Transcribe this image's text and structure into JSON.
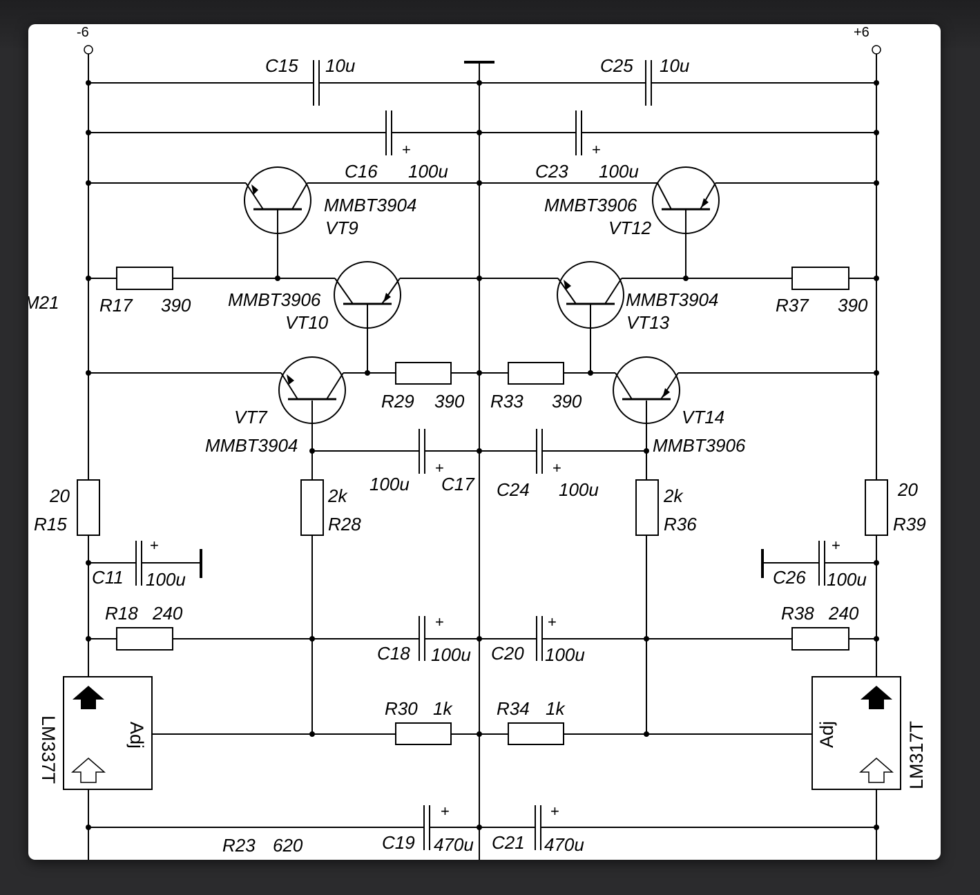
{
  "rails": {
    "neg": "-6",
    "pos": "+6"
  },
  "cut_label": "M21",
  "components": {
    "C15": {
      "ref": "C15",
      "value": "10u"
    },
    "C25": {
      "ref": "C25",
      "value": "10u"
    },
    "C16": {
      "ref": "C16",
      "value": "100u"
    },
    "C23": {
      "ref": "C23",
      "value": "100u"
    },
    "VT9": {
      "ref": "VT9",
      "part": "MMBT3904"
    },
    "VT12": {
      "ref": "VT12",
      "part": "MMBT3906"
    },
    "R17": {
      "ref": "R17",
      "value": "390"
    },
    "R37": {
      "ref": "R37",
      "value": "390"
    },
    "VT10": {
      "ref": "VT10",
      "part": "MMBT3906"
    },
    "VT13": {
      "ref": "VT13",
      "part": "MMBT3904"
    },
    "VT7": {
      "ref": "VT7",
      "part": "MMBT3904"
    },
    "VT14": {
      "ref": "VT14",
      "part": "MMBT3906"
    },
    "R29": {
      "ref": "R29",
      "value": "390"
    },
    "R33": {
      "ref": "R33",
      "value": "390"
    },
    "C17": {
      "ref": "C17",
      "value": "100u"
    },
    "C24": {
      "ref": "C24",
      "value": "100u"
    },
    "R15": {
      "ref": "R15",
      "value": "20"
    },
    "R39": {
      "ref": "R39",
      "value": "20"
    },
    "R28": {
      "ref": "R28",
      "value": "2k"
    },
    "R36": {
      "ref": "R36",
      "value": "2k"
    },
    "C11": {
      "ref": "C11",
      "value": "100u"
    },
    "C26": {
      "ref": "C26",
      "value": "100u"
    },
    "R18": {
      "ref": "R18",
      "value": "240"
    },
    "R38": {
      "ref": "R38",
      "value": "240"
    },
    "C18": {
      "ref": "C18",
      "value": "100u"
    },
    "C20": {
      "ref": "C20",
      "value": "100u"
    },
    "R30": {
      "ref": "R30",
      "value": "1k"
    },
    "R34": {
      "ref": "R34",
      "value": "1k"
    },
    "U_left": {
      "part": "LM337T",
      "pin": "Adj"
    },
    "U_right": {
      "part": "LM317T",
      "pin": "Adj"
    },
    "C19": {
      "ref": "C19",
      "value": "470u"
    },
    "C21": {
      "ref": "C21",
      "value": "470u"
    },
    "R23": {
      "ref": "R23",
      "value": "620"
    }
  },
  "polarity_mark": "+"
}
